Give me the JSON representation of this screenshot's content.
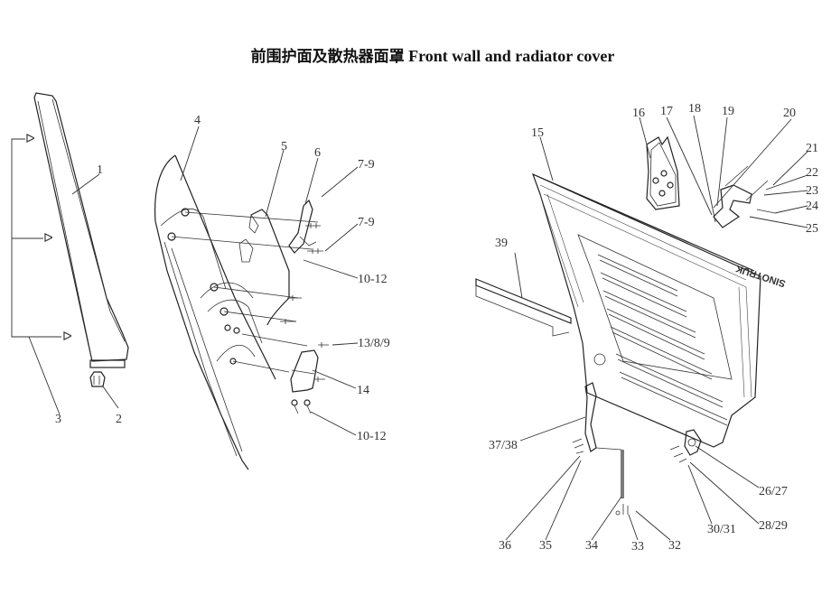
{
  "title": {
    "chinese": "前围护面及散热器面罩",
    "english": "Front wall and radiator cover"
  },
  "callouts": {
    "c1": "1",
    "c2": "2",
    "c3": "3",
    "c4": "4",
    "c5": "5",
    "c6": "6",
    "c7_9a": "7-9",
    "c7_9b": "7-9",
    "c10_12a": "10-12",
    "c13_8_9": "13/8/9",
    "c14": "14",
    "c10_12b": "10-12",
    "c15": "15",
    "c16": "16",
    "c17": "17",
    "c18": "18",
    "c19": "19",
    "c20": "20",
    "c21": "21",
    "c22": "22",
    "c23": "23",
    "c24": "24",
    "c25": "25",
    "c26_27": "26/27",
    "c28_29": "28/29",
    "c30_31": "30/31",
    "c32": "32",
    "c33": "33",
    "c34": "34",
    "c35": "35",
    "c36": "36",
    "c37_38": "37/38",
    "c39": "39"
  },
  "badge_text": "SINOTRUK"
}
